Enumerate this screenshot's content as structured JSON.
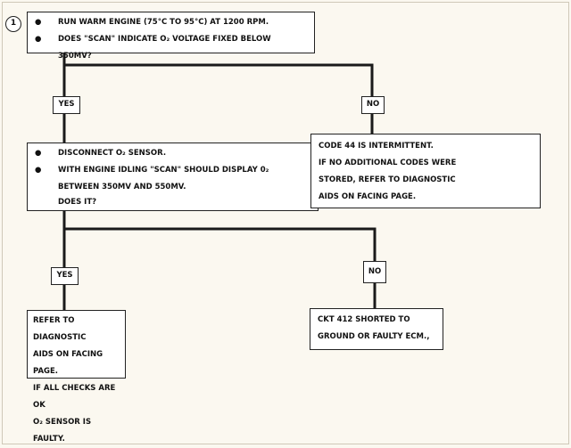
{
  "step_number": "1",
  "step1": {
    "bullets": [
      "RUN WARM ENGINE  (75°C TO 95°C) AT 1200 RPM.",
      "DOES \"SCAN\" INDICATE O₂ VOLTAGE FIXED BELOW 350MV?"
    ]
  },
  "branch1": {
    "yes": "YES",
    "no": "NO"
  },
  "step2": {
    "bullets": [
      "DISCONNECT O₂ SENSOR.",
      "WITH ENGINE IDLING \"SCAN\" SHOULD DISPLAY 0₂"
    ],
    "lines": [
      "BETWEEN 350MV AND 550MV.",
      "DOES IT?"
    ]
  },
  "result_no1": {
    "lines": [
      "CODE 44 IS INTERMITTENT.",
      "IF NO ADDITIONAL CODES WERE",
      "STORED, REFER TO DIAGNOSTIC",
      "AIDS ON FACING PAGE."
    ]
  },
  "branch2": {
    "yes": "YES",
    "no": "NO"
  },
  "result_yes2": {
    "lines": [
      "REFER TO DIAGNOSTIC",
      "AIDS ON FACING PAGE.",
      "IF ALL CHECKS ARE OK",
      "O₂ SENSOR IS FAULTY."
    ]
  },
  "result_no2": {
    "lines": [
      "CKT 412  SHORTED TO",
      "GROUND OR FAULTY ECM.,"
    ]
  }
}
